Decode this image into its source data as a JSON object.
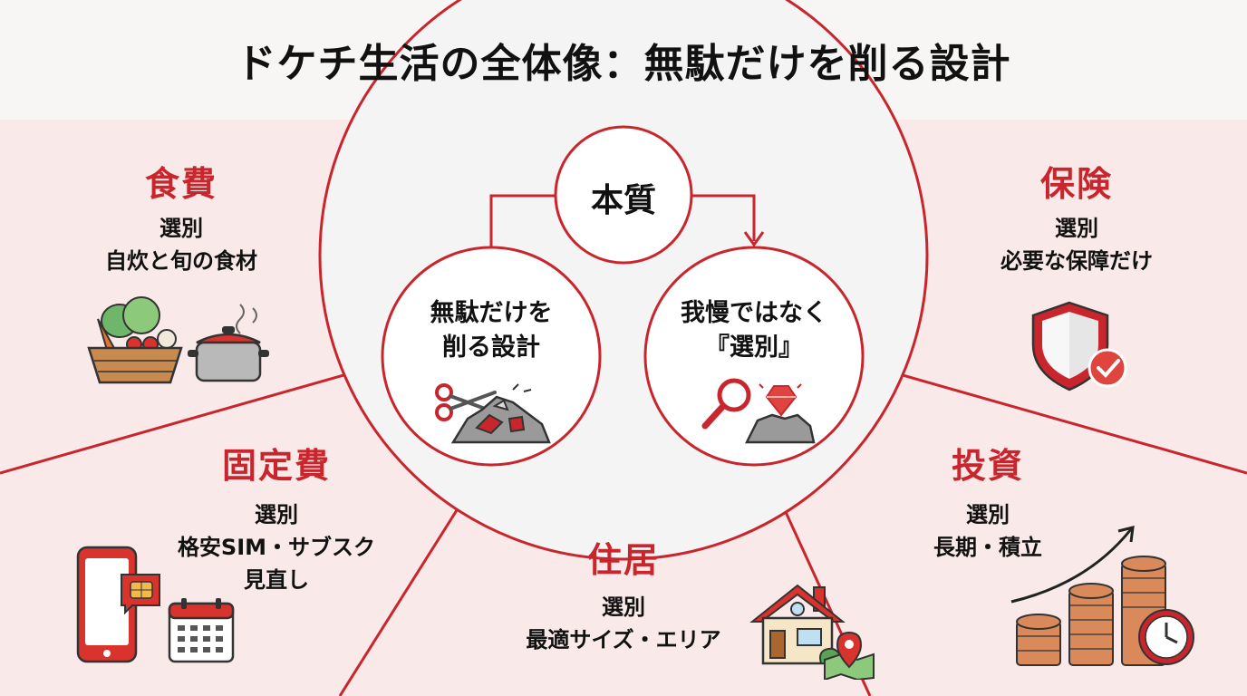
{
  "title": "ドケチ生活の全体像：無駄だけを削る設計",
  "center": {
    "essence": "本質",
    "left_bubble": {
      "line1": "無駄だけを",
      "line2": "削る設計"
    },
    "right_bubble": {
      "line1": "我慢ではなく",
      "line2": "『選別』"
    }
  },
  "segments": {
    "food": {
      "title": "食費",
      "line1": "選別",
      "line2": "自炊と旬の食材"
    },
    "insurance": {
      "title": "保険",
      "line1": "選別",
      "line2": "必要な保障だけ"
    },
    "fixed": {
      "title": "固定費",
      "line1": "選別",
      "line2": "格安SIM・サブスク",
      "line3": "見直し"
    },
    "investment": {
      "title": "投資",
      "line1": "選別",
      "line2": "長期・積立"
    },
    "housing": {
      "title": "住居",
      "line1": "選別",
      "line2": "最適サイズ・エリア"
    }
  },
  "colors": {
    "accent": "#c8262c",
    "segment_bg": "#f9e9e8",
    "center_bg": "#f3f3f3"
  },
  "icons": [
    "vegetable-basket-icon",
    "cooking-pot-icon",
    "shield-check-icon",
    "smartphone-icon",
    "sim-card-icon",
    "calendar-icon",
    "coin-stacks-icon",
    "clock-icon",
    "growth-arrow-icon",
    "house-icon",
    "map-pin-icon",
    "scissors-icon",
    "waste-pile-icon",
    "magnifier-icon",
    "gem-icon"
  ]
}
